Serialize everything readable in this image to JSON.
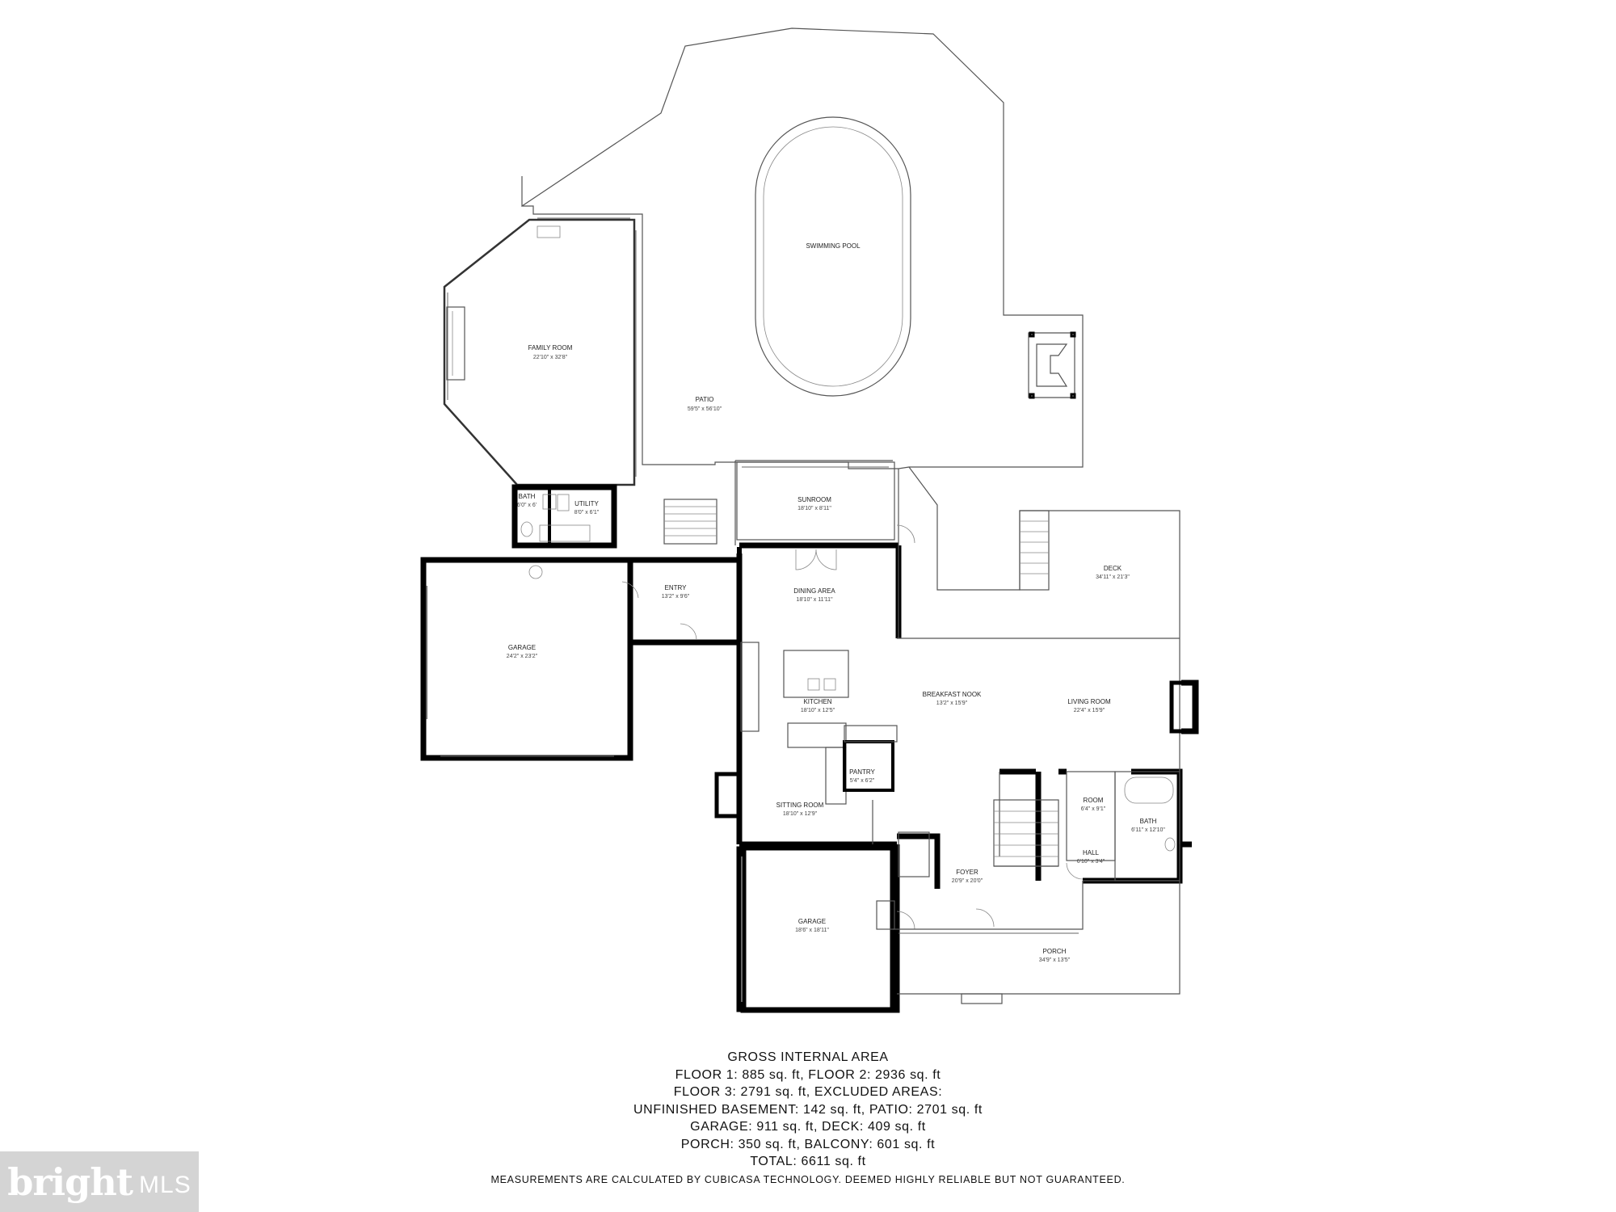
{
  "rooms": {
    "swimming_pool": {
      "name": "SWIMMING POOL",
      "dim": ""
    },
    "family_room": {
      "name": "FAMILY ROOM",
      "dim": "22'10\" x 32'8\""
    },
    "patio": {
      "name": "PATIO",
      "dim": "59'5\" x 56'10\""
    },
    "bath_upper": {
      "name": "BATH",
      "dim": "6'0\" x 6'"
    },
    "utility": {
      "name": "UTILITY",
      "dim": "8'0\" x 6'1\""
    },
    "sunroom": {
      "name": "SUNROOM",
      "dim": "18'10\" x 8'11\""
    },
    "deck": {
      "name": "DECK",
      "dim": "34'11\" x 21'3\""
    },
    "garage_left": {
      "name": "GARAGE",
      "dim": "24'2\" x 23'2\""
    },
    "entry": {
      "name": "ENTRY",
      "dim": "13'2\" x 9'6\""
    },
    "dining_area": {
      "name": "DINING AREA",
      "dim": "18'10\" x 11'11\""
    },
    "kitchen": {
      "name": "KITCHEN",
      "dim": "18'10\" x 12'5\""
    },
    "breakfast_nook": {
      "name": "BREAKFAST NOOK",
      "dim": "13'2\" x 15'9\""
    },
    "living_room": {
      "name": "LIVING ROOM",
      "dim": "22'4\" x 15'9\""
    },
    "pantry": {
      "name": "PANTRY",
      "dim": "5'4\" x 6'2\""
    },
    "sitting_room": {
      "name": "SITTING ROOM",
      "dim": "18'10\" x 12'9\""
    },
    "room": {
      "name": "ROOM",
      "dim": "6'4\" x 9'1\""
    },
    "bath_lower": {
      "name": "BATH",
      "dim": "6'11\" x 12'10\""
    },
    "hall": {
      "name": "HALL",
      "dim": "6'10\" x 3'4\""
    },
    "foyer": {
      "name": "FOYER",
      "dim": "20'9\" x 20'0\""
    },
    "garage_right": {
      "name": "GARAGE",
      "dim": "18'6\" x 18'11\""
    },
    "porch": {
      "name": "PORCH",
      "dim": "34'9\" x 13'5\""
    }
  },
  "area": {
    "heading": "GROSS INTERNAL AREA",
    "line1": "FLOOR 1: 885 sq. ft, FLOOR 2: 2936 sq. ft",
    "line2": "FLOOR 3: 2791 sq. ft, EXCLUDED AREAS:",
    "line3": "UNFINISHED BASEMENT: 142 sq. ft, PATIO: 2701 sq. ft",
    "line4": "GARAGE: 911 sq. ft, DECK: 409 sq. ft",
    "line5": "PORCH: 350 sq. ft, BALCONY: 601 sq. ft",
    "line6": "TOTAL: 6611 sq. ft",
    "disclaimer": "MEASUREMENTS ARE CALCULATED BY CUBICASA TECHNOLOGY. DEEMED HIGHLY RELIABLE BUT NOT GUARANTEED."
  },
  "logo": {
    "word": "bright",
    "suffix": "MLS"
  }
}
